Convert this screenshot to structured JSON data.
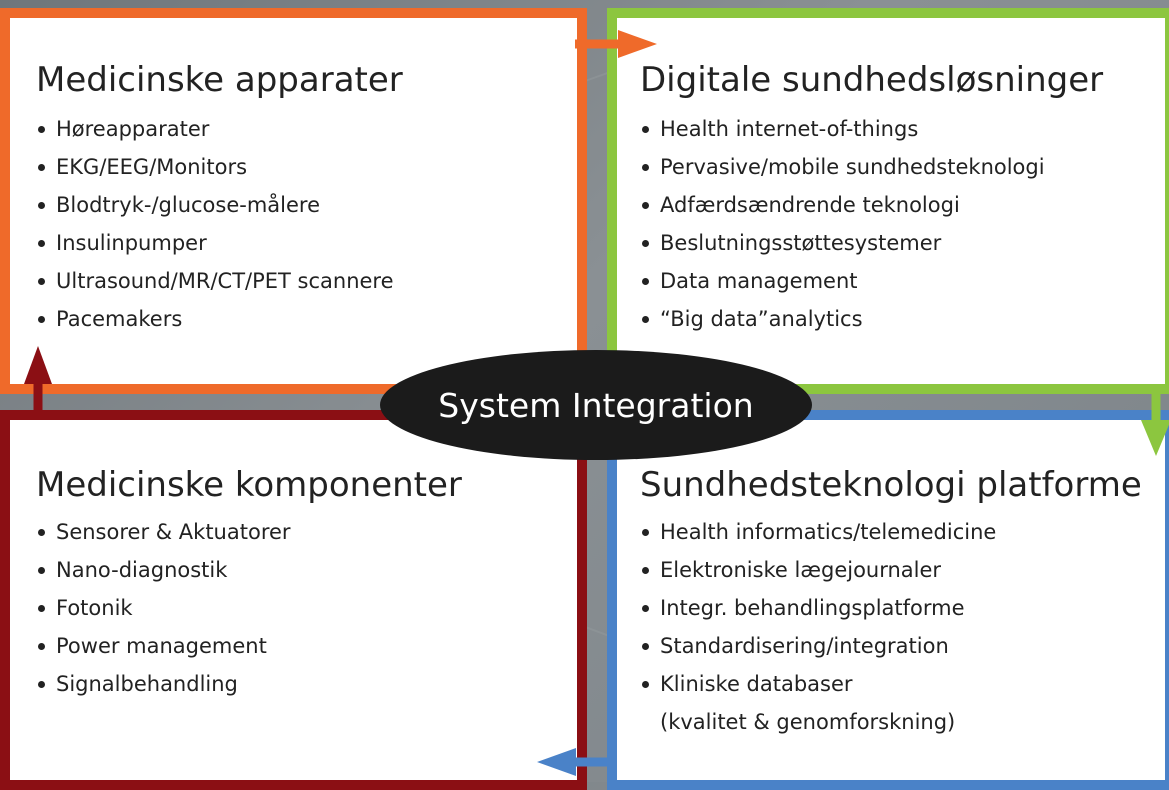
{
  "colors": {
    "orange": "#ef6a2a",
    "green": "#8cc63f",
    "darkred": "#8b0f14",
    "blue": "#4a82c8",
    "center": "#1b1b1b"
  },
  "center": {
    "label": "System Integration"
  },
  "quadrants": {
    "top_left": {
      "title": "Medicinske apparater",
      "items": [
        "Høreapparater",
        "EKG/EEG/Monitors",
        "Blodtryk-/glucose-målere",
        "Insulinpumper",
        "Ultrasound/MR/CT/PET scannere",
        "Pacemakers"
      ]
    },
    "top_right": {
      "title": "Digitale sundhedsløsninger",
      "items": [
        "Health internet-of-things",
        "Pervasive/mobile sundhedsteknologi",
        "Adfærdsændrende teknologi",
        "Beslutningsstøttesystemer",
        "Data management",
        "“Big data”analytics"
      ]
    },
    "bottom_left": {
      "title": "Medicinske komponenter",
      "items": [
        "Sensorer & Aktuatorer",
        "Nano-diagnostik",
        "Fotonik",
        "Power management",
        "Signalbehandling"
      ]
    },
    "bottom_right": {
      "title": "Sundhedsteknologi platforme",
      "items": [
        "Health informatics/telemedicine",
        "Elektroniske lægejournaler",
        "Integr. behandlingsplatforme",
        "Standardisering/integration",
        "Kliniske databaser"
      ],
      "continuation": "(kvalitet & genomforskning)"
    }
  }
}
